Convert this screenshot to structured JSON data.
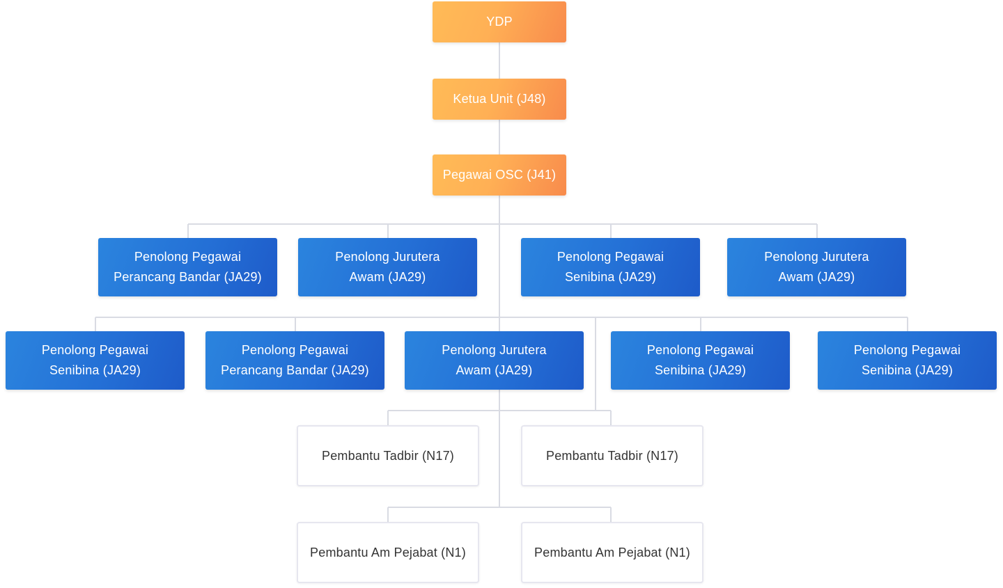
{
  "orgchart": {
    "level1": "YDP",
    "level2": "Ketua Unit (J48)",
    "level3": "Pegawai OSC (J41)",
    "row1": [
      {
        "line1": "Penolong Pegawai",
        "line2": "Perancang Bandar (JA29)"
      },
      {
        "line1": "Penolong Jurutera",
        "line2": "Awam (JA29)"
      },
      {
        "line1": "Penolong Pegawai",
        "line2": "Senibina (JA29)"
      },
      {
        "line1": "Penolong Jurutera",
        "line2": "Awam (JA29)"
      }
    ],
    "row2": [
      {
        "line1": "Penolong Pegawai",
        "line2": "Senibina (JA29)"
      },
      {
        "line1": "Penolong Pegawai",
        "line2": "Perancang Bandar (JA29)"
      },
      {
        "line1": "Penolong Jurutera",
        "line2": "Awam (JA29)"
      },
      {
        "line1": "Penolong Pegawai",
        "line2": "Senibina (JA29)"
      },
      {
        "line1": "Penolong Pegawai",
        "line2": "Senibina (JA29)"
      }
    ],
    "row3": [
      "Pembantu Tadbir (N17)",
      "Pembantu Tadbir (N17)"
    ],
    "row4": [
      "Pembantu Am Pejabat (N1)",
      "Pembantu Am Pejabat (N1)"
    ],
    "colors": {
      "orange_start": "#ffbb57",
      "orange_end": "#f88b4c",
      "blue_start": "#2b84de",
      "blue_end": "#1e5bc9",
      "connector": "#d9dbe3"
    }
  }
}
